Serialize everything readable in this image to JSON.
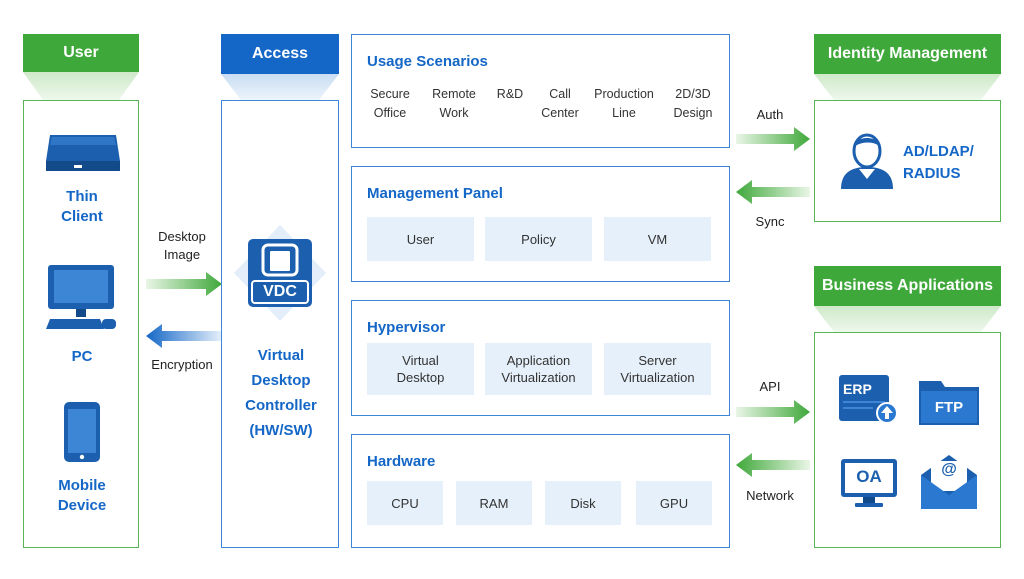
{
  "user": {
    "header": "User",
    "thin_client": "Thin\nClient",
    "pc": "PC",
    "mobile": "Mobile\nDevice"
  },
  "access": {
    "header": "Access",
    "vdc_badge": "VDC",
    "controller": "Virtual\nDesktop\nController\n(HW/SW)"
  },
  "links_left": {
    "desktop_image": "Desktop\nImage",
    "encryption": "Encryption"
  },
  "usage": {
    "title": "Usage Scenarios",
    "items": [
      "Secure\nOffice",
      "Remote\nWork",
      "R&D",
      "Call\nCenter",
      "Production\nLine",
      "2D/3D\nDesign"
    ]
  },
  "management": {
    "title": "Management Panel",
    "items": [
      "User",
      "Policy",
      "VM"
    ]
  },
  "hypervisor": {
    "title": "Hypervisor",
    "items": [
      "Virtual\nDesktop",
      "Application\nVirtualization",
      "Server\nVirtualization"
    ]
  },
  "hardware": {
    "title": "Hardware",
    "items": [
      "CPU",
      "RAM",
      "Disk",
      "GPU"
    ]
  },
  "links_right": {
    "auth": "Auth",
    "sync": "Sync",
    "api": "API",
    "network": "Network"
  },
  "identity": {
    "header": "Identity Management",
    "label": "AD/LDAP/\nRADIUS"
  },
  "business": {
    "header": "Business Applications",
    "erp": "ERP",
    "ftp": "FTP",
    "oa": "OA",
    "mail_symbol": "@"
  },
  "colors": {
    "green": "#3fa83a",
    "blue": "#1467c7",
    "chip": "#e6f0fa"
  }
}
